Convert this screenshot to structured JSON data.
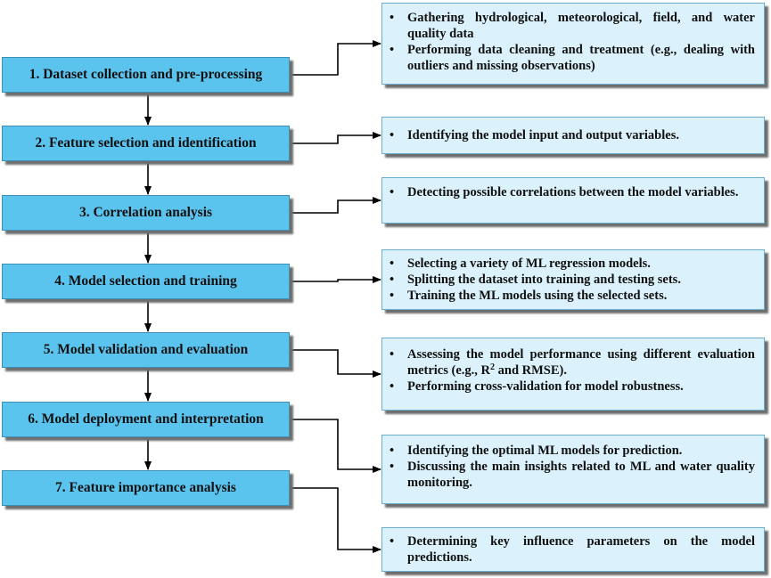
{
  "steps": [
    {
      "label": "1. Dataset collection and pre-processing"
    },
    {
      "label": "2. Feature selection and identification"
    },
    {
      "label": "3. Correlation analysis"
    },
    {
      "label": "4. Model selection and training"
    },
    {
      "label": "5. Model validation and evaluation"
    },
    {
      "label": "6. Model deployment and interpretation"
    },
    {
      "label": "7. Feature importance analysis"
    }
  ],
  "details": [
    {
      "bullets": [
        "Gathering hydrological, meteorological, field, and water quality data",
        "Performing data cleaning and treatment (e.g., dealing with outliers and missing observations)"
      ]
    },
    {
      "bullets": [
        "Identifying the model input and output variables."
      ]
    },
    {
      "bullets": [
        "Detecting possible correlations between the model variables."
      ]
    },
    {
      "bullets": [
        "Selecting a variety of ML regression models.",
        "Splitting the dataset into training and testing sets.",
        "Training the ML models using the selected sets."
      ]
    },
    {
      "bullets": [
        {
          "pre": "Assessing the model performance using different evaluation metrics (e.g., R",
          "sup": "2",
          "post": " and RMSE)."
        },
        "Performing cross-validation for model robustness."
      ]
    },
    {
      "bullets": [
        "Identifying the optimal ML models for prediction.",
        "Discussing the main insights related to ML and water quality monitoring."
      ]
    },
    {
      "bullets": [
        "Determining key influence parameters on the model predictions."
      ]
    }
  ],
  "colors": {
    "step_fill": "#5BC4EE",
    "detail_fill": "#DBF1FB",
    "arrow": "#000000"
  }
}
